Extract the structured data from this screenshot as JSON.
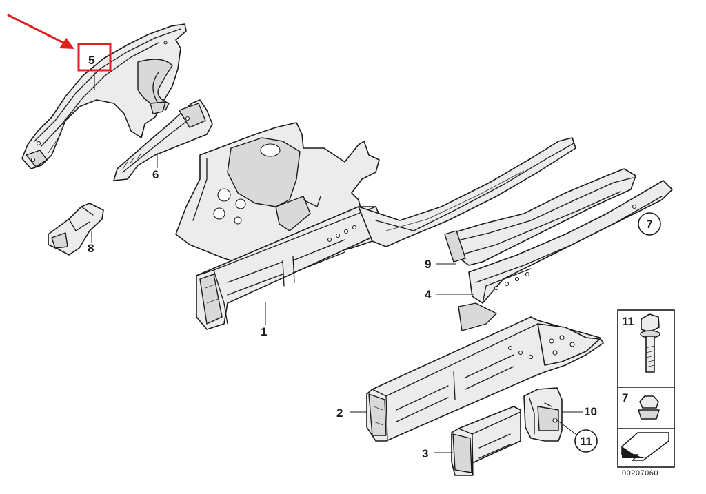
{
  "callouts": {
    "p1": "1",
    "p2": "2",
    "p3": "3",
    "p4": "4",
    "p5": "5",
    "p6": "6",
    "p7": "7",
    "p8": "8",
    "p9": "9",
    "p10": "10",
    "p11": "11",
    "box11": "11",
    "box7": "7"
  },
  "reference_number": "00207060",
  "highlight": {
    "callout": "5",
    "color": "#e02020"
  }
}
